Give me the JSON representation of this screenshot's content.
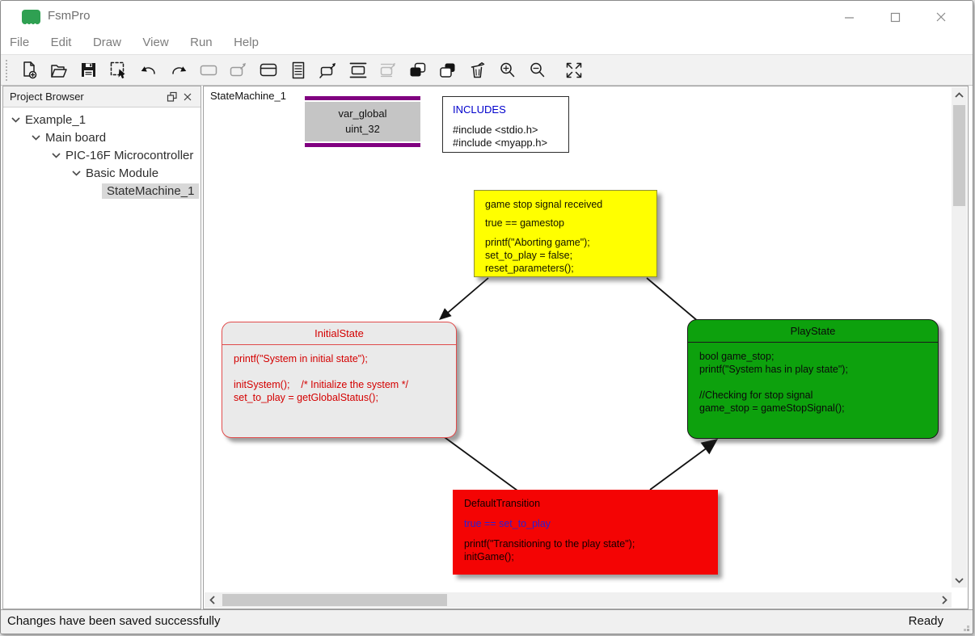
{
  "window": {
    "title": "FsmPro",
    "controls": [
      "minimize",
      "maximize",
      "close"
    ]
  },
  "menu": {
    "items": [
      "File",
      "Edit",
      "Draw",
      "View",
      "Run",
      "Help"
    ]
  },
  "toolbar": {
    "buttons": [
      "new-file",
      "open-file",
      "save",
      "select",
      "undo",
      "redo",
      "draw-rectangle",
      "draw-state",
      "draw-header-box",
      "draw-text-block",
      "draw-transition",
      "draw-variable-block",
      "draw-transition-disabled",
      "duplicate-filled",
      "duplicate",
      "delete",
      "zoom-in",
      "zoom-out",
      "fit-to-screen"
    ]
  },
  "project_browser": {
    "title": "Project Browser",
    "items": [
      {
        "label": "Example_1",
        "level": 0,
        "expanded": true,
        "selected": false
      },
      {
        "label": "Main board",
        "level": 1,
        "expanded": true,
        "selected": false
      },
      {
        "label": "PIC-16F Microcontroller",
        "level": 2,
        "expanded": true,
        "selected": false
      },
      {
        "label": "Basic Module",
        "level": 3,
        "expanded": true,
        "selected": false
      },
      {
        "label": "StateMachine_1",
        "level": 4,
        "expanded": null,
        "selected": true
      }
    ]
  },
  "canvas": {
    "label": "StateMachine_1",
    "nodes": {
      "var_global": {
        "lines": [
          "var_global",
          "uint_32"
        ],
        "bar_color": "#800080",
        "fill": "#c5c5c5"
      },
      "includes": {
        "title": "INCLUDES",
        "lines": [
          "#include <stdio.h>",
          "#include <myapp.h>"
        ],
        "title_color": "#0000cc"
      },
      "gamestop_transition": {
        "event": "game stop signal received",
        "condition": "true == gamestop",
        "actions": [
          "printf(\"Aborting game\");",
          "set_to_play = false;",
          "reset_parameters();"
        ],
        "fill": "#ffff00"
      },
      "initial_state": {
        "title": "InitialState",
        "body": [
          "printf(\"System in initial state\");",
          "",
          "initSystem();    /* Initialize the system */",
          "set_to_play = getGlobalStatus();"
        ],
        "fill": "#eaeaea",
        "border": "#e04b4b",
        "text_color": "#d40000"
      },
      "play_state": {
        "title": "PlayState",
        "body": [
          "bool game_stop;",
          "printf(\"System has in play state\");",
          "",
          "//Checking for stop signal",
          "game_stop = gameStopSignal();"
        ],
        "fill": "#0da10d",
        "border": "#1a1a1a",
        "text_color": "#0a0a0a"
      },
      "default_transition": {
        "title": "DefaultTransition",
        "condition": "true == set_to_play",
        "actions": [
          "printf(\"Transitioning to the play state\");",
          "initGame();"
        ],
        "fill": "#f40404",
        "condition_color": "#2a1fd4"
      }
    }
  },
  "status_bar": {
    "left": "Changes have been saved successfully",
    "right": "Ready"
  }
}
